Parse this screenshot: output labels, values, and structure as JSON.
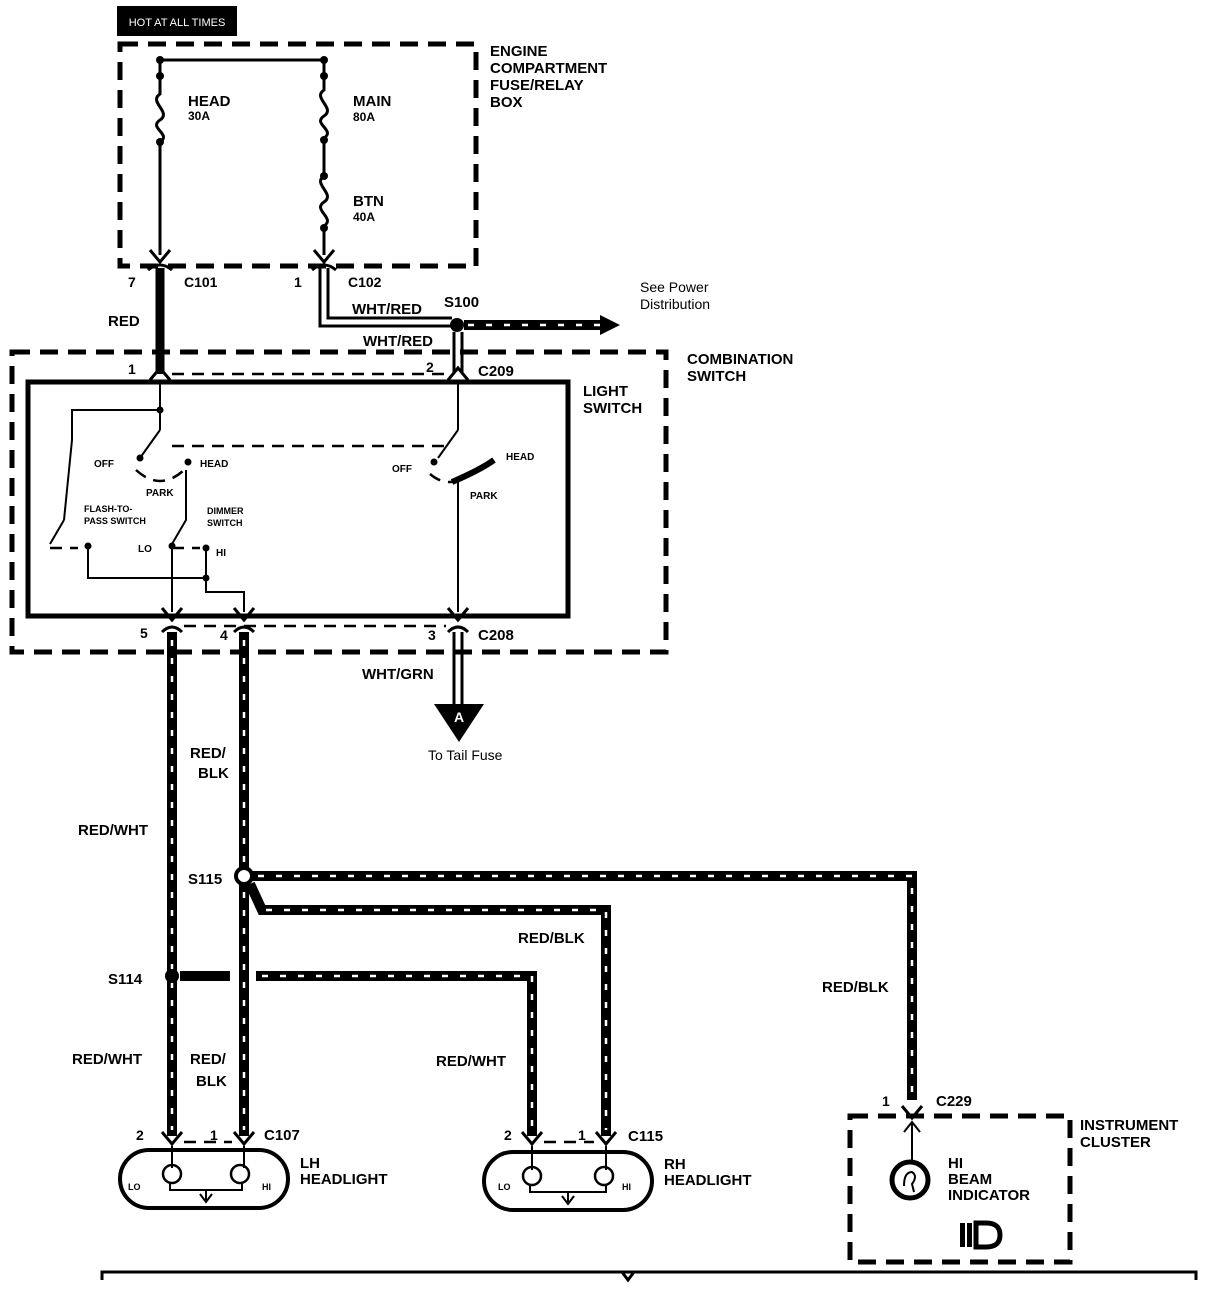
{
  "header_tag": "HOT AT ALL TIMES",
  "fuse_box": {
    "title": [
      "ENGINE",
      "COMPARTMENT",
      "FUSE/RELAY",
      "BOX"
    ],
    "fuses": [
      {
        "name": "HEAD",
        "rating": "30A"
      },
      {
        "name": "MAIN",
        "rating": "80A"
      },
      {
        "name": "BTN",
        "rating": "40A"
      }
    ]
  },
  "connectors": {
    "c101": "C101",
    "c101_pin": "7",
    "c102": "C102",
    "c102_pin": "1",
    "c209": "C209",
    "c209_pin1": "1",
    "c209_pin2": "2",
    "c208": "C208",
    "c208_pin5": "5",
    "c208_pin4": "4",
    "c208_pin3": "3",
    "c107": "C107",
    "c107_pin2": "2",
    "c107_pin1": "1",
    "c115": "C115",
    "c115_pin2": "2",
    "c115_pin1": "1",
    "c229": "C229",
    "c229_pin1": "1"
  },
  "splices": {
    "s100": "S100",
    "s115": "S115",
    "s114": "S114"
  },
  "wires": {
    "red": "RED",
    "wht_red_1": "WHT/RED",
    "wht_red_2": "WHT/RED",
    "wht_grn": "WHT/GRN",
    "red_wht_1": "RED/WHT",
    "red_blk_1a": "RED/",
    "red_blk_1b": "BLK",
    "red_blk_2": "RED/BLK",
    "red_blk_3": "RED/BLK",
    "red_wht_2": "RED/WHT",
    "red_blk_4a": "RED/",
    "red_blk_4b": "BLK",
    "red_wht_3": "RED/WHT"
  },
  "power_dist": [
    "See Power",
    "Distribution"
  ],
  "combination_switch": {
    "title": [
      "COMBINATION",
      "SWITCH"
    ],
    "light_switch": [
      "LIGHT",
      "SWITCH"
    ],
    "left_pos": {
      "off": "OFF",
      "head": "HEAD",
      "park": "PARK"
    },
    "right_pos": {
      "off": "OFF",
      "head": "HEAD",
      "park": "PARK"
    },
    "flash": [
      "FLASH-TO-",
      "PASS SWITCH"
    ],
    "dimmer": [
      "DIMMER",
      "SWITCH"
    ],
    "lo": "LO",
    "hi": "HI"
  },
  "tail": {
    "marker": "A",
    "label": "To Tail Fuse"
  },
  "lh_headlight": {
    "label": [
      "LH",
      "HEADLIGHT"
    ],
    "lo": "LO",
    "hi": "HI"
  },
  "rh_headlight": {
    "label": [
      "RH",
      "HEADLIGHT"
    ],
    "lo": "LO",
    "hi": "HI"
  },
  "cluster": {
    "title": [
      "INSTRUMENT",
      "CLUSTER"
    ],
    "indicator": [
      "HI",
      "BEAM",
      "INDICATOR"
    ]
  }
}
